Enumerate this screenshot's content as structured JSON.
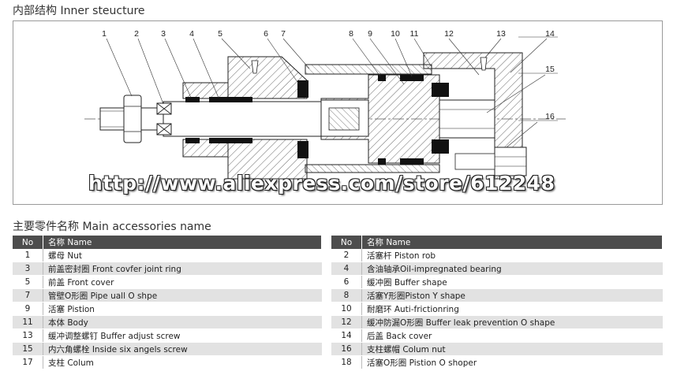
{
  "titles": {
    "inner_structure": "内部结构 Inner steucture",
    "accessories": "主要零件名称 Main accessories name"
  },
  "watermark": "http://www.aliexpress.com/store/612248",
  "callouts": [
    "1",
    "2",
    "3",
    "4",
    "5",
    "6",
    "7",
    "8",
    "9",
    "10",
    "11",
    "12",
    "13",
    "14",
    "15",
    "16"
  ],
  "table_headers": {
    "no": "No",
    "name": "名称 Name"
  },
  "left_table": [
    {
      "no": "1",
      "name": "螺母 Nut"
    },
    {
      "no": "3",
      "name": "前盖密封圈 Front covfer joint ring"
    },
    {
      "no": "5",
      "name": "前盖 Front cover"
    },
    {
      "no": "7",
      "name": "管壁O形圈 Pipe uall O shpe"
    },
    {
      "no": "9",
      "name": "活塞 Pistion"
    },
    {
      "no": "11",
      "name": "本体 Body"
    },
    {
      "no": "13",
      "name": "缓冲调整螺钉 Buffer adjust screw"
    },
    {
      "no": "15",
      "name": "内六角螺栓 Inside six angels screw"
    },
    {
      "no": "17",
      "name": "支柱 Colum"
    }
  ],
  "right_table": [
    {
      "no": "2",
      "name": "活塞杆 Piston rob"
    },
    {
      "no": "4",
      "name": "含油轴承Oil-impregnated bearing"
    },
    {
      "no": "6",
      "name": "缓冲圈 Buffer shape"
    },
    {
      "no": "8",
      "name": "活塞Y形圈Piston Y shape"
    },
    {
      "no": "10",
      "name": "耐磨环 Auti-frictionring"
    },
    {
      "no": "12",
      "name": "缓冲防漏O形圈 Buffer leak prevention O shape"
    },
    {
      "no": "14",
      "name": "后盖 Back cover"
    },
    {
      "no": "16",
      "name": "支柱螺帽 Colum nut"
    },
    {
      "no": "18",
      "name": "活塞O形圈 Pistion O shoper"
    }
  ]
}
